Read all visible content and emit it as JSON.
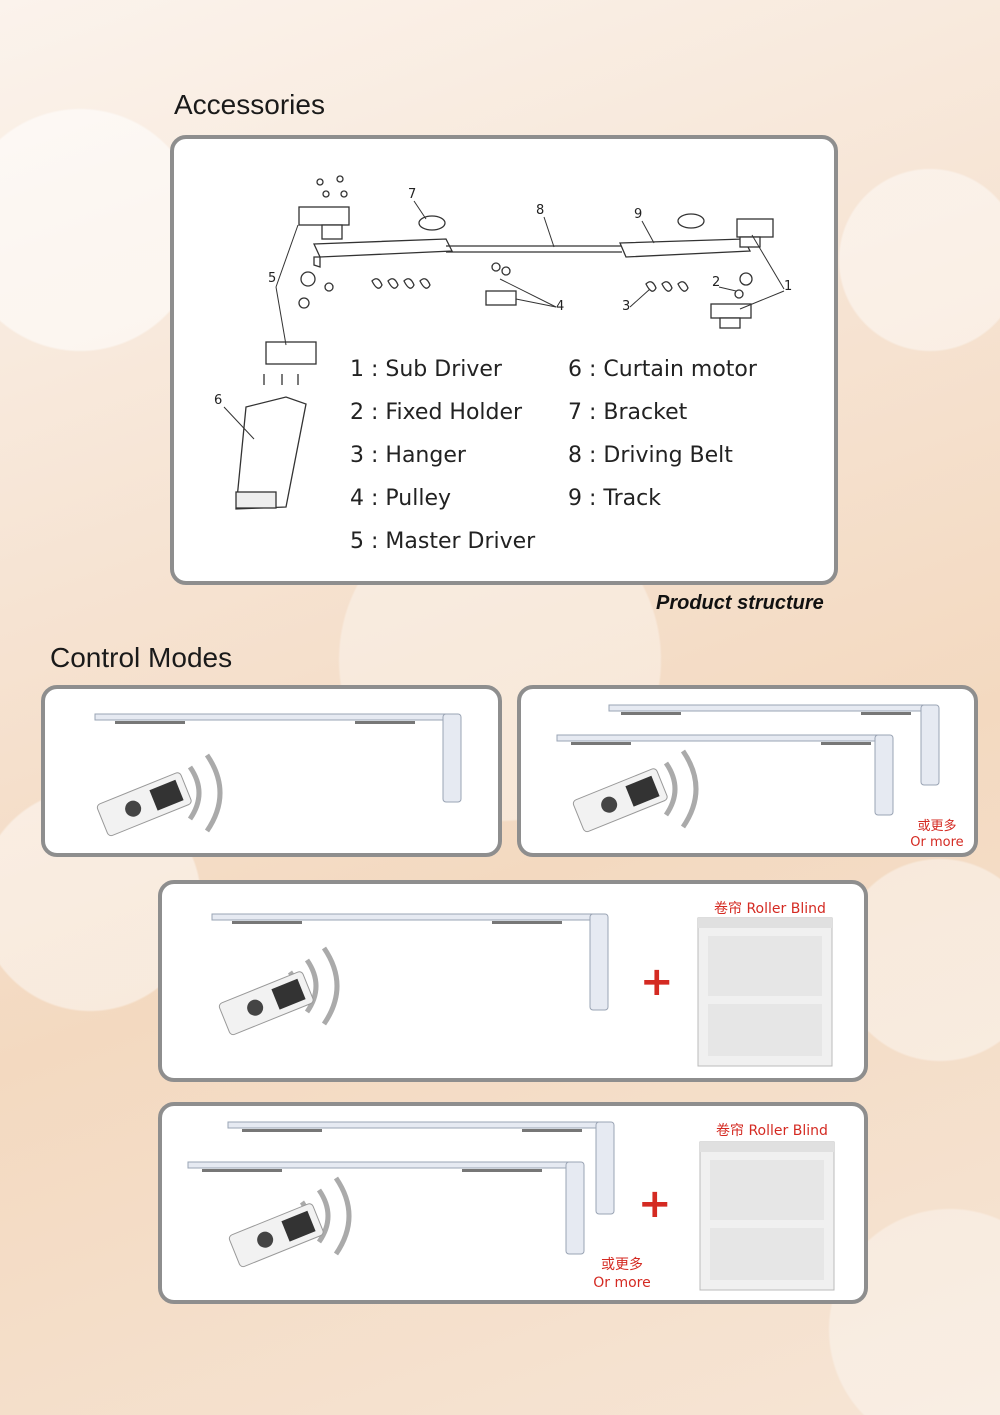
{
  "accessories": {
    "title": "Accessories",
    "legend": [
      {
        "num": "1",
        "label": "1 : Sub Driver"
      },
      {
        "num": "2",
        "label": "2 : Fixed Holder"
      },
      {
        "num": "3",
        "label": "3 : Hanger"
      },
      {
        "num": "4",
        "label": "4 : Pulley"
      },
      {
        "num": "5",
        "label": "5 : Master Driver"
      },
      {
        "num": "6",
        "label": "6 : Curtain motor"
      },
      {
        "num": "7",
        "label": "7 : Bracket"
      },
      {
        "num": "8",
        "label": "8 : Driving Belt"
      },
      {
        "num": "9",
        "label": "9 : Track"
      }
    ],
    "callouts": [
      "1",
      "2",
      "3",
      "4",
      "5",
      "6",
      "7",
      "8",
      "9"
    ],
    "caption": "Product structure"
  },
  "control_modes": {
    "title": "Control Modes",
    "or_more_cn": "或更多",
    "or_more_en": "Or more",
    "roller_blind_label": "卷帘  Roller Blind",
    "plus": "+"
  },
  "colors": {
    "accent_red": "#d42a22",
    "panel_border": "#8e8e8e"
  }
}
